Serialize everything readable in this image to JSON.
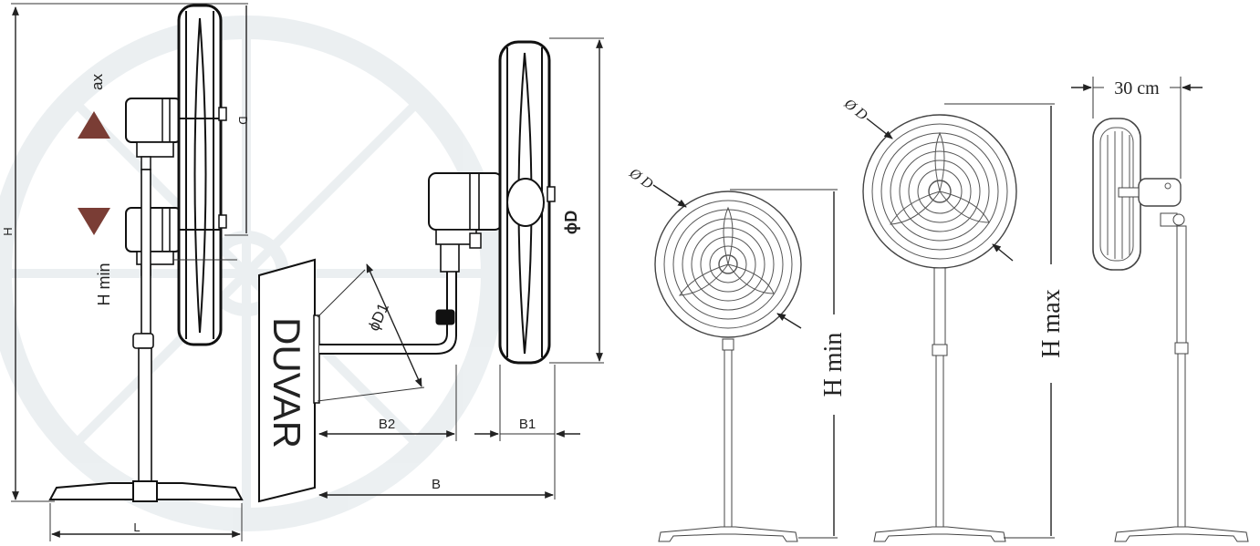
{
  "left_panel": {
    "labels": {
      "h": "H",
      "h_min": "H min",
      "h_max_partial": "ax",
      "d": "D",
      "l": "L",
      "phi_d": "ϕD",
      "phi_d1": "ϕD1",
      "wall": "DUVAR",
      "b": "B",
      "b1": "B1",
      "b2": "B2"
    },
    "arrow_up_icon": "triangle-up",
    "arrow_down_icon": "triangle-down",
    "arrow_color": "#7a3d35"
  },
  "right_panel": {
    "labels": {
      "phi_d_small": "Ø D",
      "phi_d_large": "Ø D",
      "h_min": "H min",
      "h_max": "H max",
      "width_30": "30 cm"
    }
  }
}
